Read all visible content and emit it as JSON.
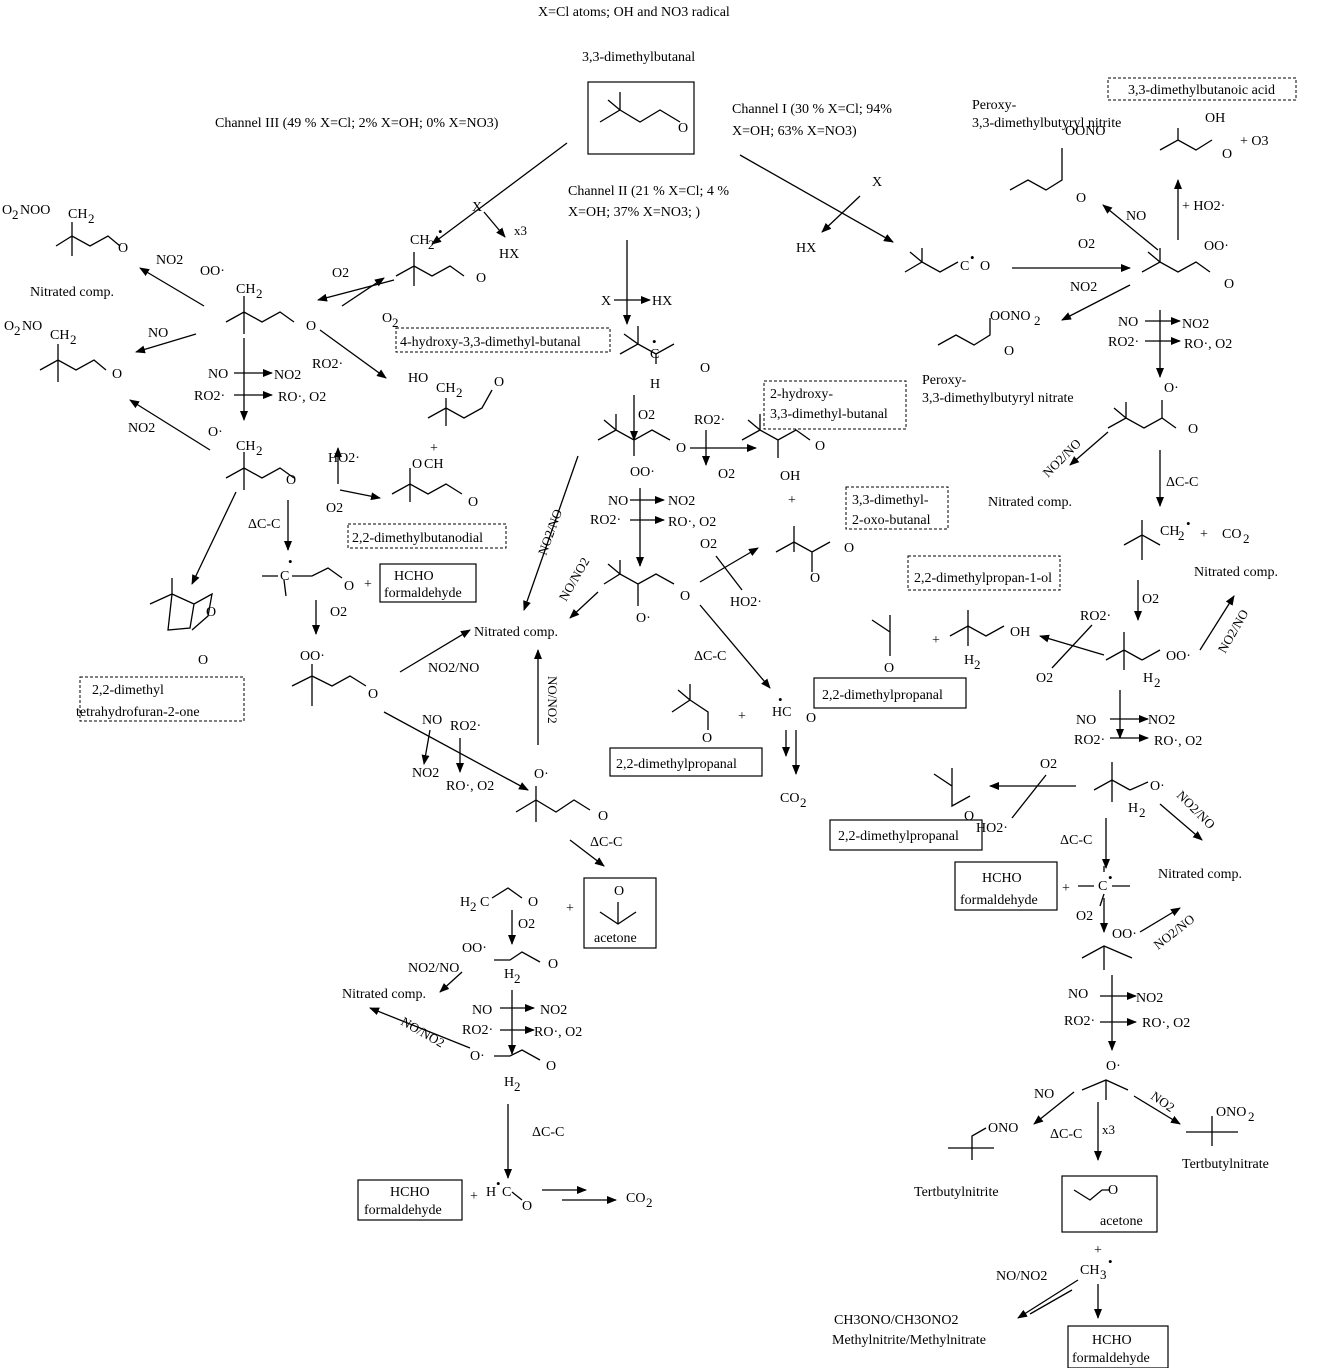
{
  "title": "X=Cl atoms; OH and NO3 radical",
  "reactant": "3,3-dimethylbutanal",
  "channels": {
    "I": "Channel I (30 % X=Cl; 94%",
    "I_2": "X=OH; 63% X=NO3)",
    "II": "Channel II (21 %  X=Cl; 4 %",
    "II_2": "X=OH; 37% X=NO3; )",
    "III": "Channel III (49 % X=Cl; 2% X=OH; 0% X=NO3)"
  },
  "species": {
    "acid": "3,3-dimethylbutanoic acid",
    "peroxy_nitrite_1": "Peroxy-",
    "peroxy_nitrite_2": "3,3-dimethylbutyryl nitrite",
    "peroxy_nitrate_1": "Peroxy-",
    "peroxy_nitrate_2": "3,3-dimethylbutyryl nitrate",
    "hydroxy4": "4-hydroxy-3,3-dimethyl-butanal",
    "hydroxy2_1": "2-hydroxy-",
    "hydroxy2_2": "3,3-dimethyl-butanal",
    "oxo_1": "3,3-dimethyl-",
    "oxo_2": "2-oxo-butanal",
    "butanodial": "2,2-dimethylbutanodial",
    "lactone_1": "2,2-dimethyl",
    "lactone_2": "tetrahydrofuran-2-one",
    "propanol": "2,2-dimethylpropan-1-ol",
    "propanal": "2,2-dimethylpropanal",
    "hcho": "HCHO",
    "formaldehyde": "formaldehyde",
    "acetone": "acetone",
    "nitrated": "Nitrated comp.",
    "tbnitrite": "Tertbutylnitrite",
    "tbnitrate": "Tertbutylnitrate",
    "methyl_1": "CH3ONO/CH3ONO2",
    "methyl_2": "Methylnitrite/Methylnitrate",
    "co2": "CO2"
  },
  "reagents": {
    "X": "X",
    "HX": "HX",
    "x3": "x3",
    "O2": "O2",
    "NO": "NO",
    "NO2": "NO2",
    "NO2_NO": "NO2/NO",
    "NO_NO2": "NO/NO2",
    "RO2": "RO2·",
    "RO_O2": "RO·, O2",
    "HO2": "HO2·",
    "O3": "+ O3",
    "HO2_add": "+ HO2·",
    "dCC": "ΔC-C",
    "plus": "+"
  }
}
